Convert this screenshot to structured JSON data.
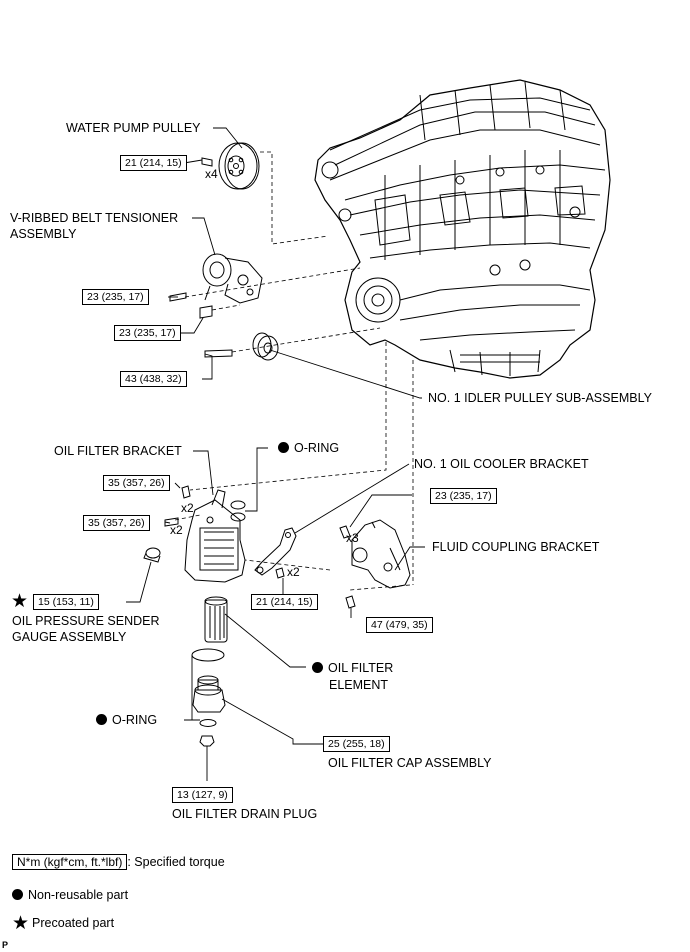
{
  "parts": {
    "water_pump_pulley": "WATER PUMP PULLEY",
    "belt_tensioner_1": "V-RIBBED BELT TENSIONER",
    "belt_tensioner_2": "ASSEMBLY",
    "idler_pulley": "NO. 1 IDLER PULLEY SUB-ASSEMBLY",
    "oil_filter_bracket": "OIL FILTER BRACKET",
    "o_ring_top": "O-RING",
    "oil_cooler_bracket": "NO. 1 OIL COOLER BRACKET",
    "fluid_coupling_bracket": "FLUID COUPLING BRACKET",
    "oil_pressure_sender_1": "OIL PRESSURE SENDER",
    "oil_pressure_sender_2": "GAUGE ASSEMBLY",
    "oil_filter_element_1": "OIL FILTER",
    "oil_filter_element_2": "ELEMENT",
    "o_ring_bottom": "O-RING",
    "oil_filter_cap": "OIL FILTER CAP ASSEMBLY",
    "oil_filter_drain_plug": "OIL FILTER DRAIN PLUG"
  },
  "torques": {
    "water_pump_pulley": "21 (214, 15)",
    "tensioner_bolt_1": "23 (235, 17)",
    "tensioner_bolt_2": "23 (235, 17)",
    "idler_pulley": "43 (438, 32)",
    "bracket_upper": "35 (357, 26)",
    "bracket_lower": "35 (357, 26)",
    "oil_pressure_sender": "15 (153, 11)",
    "oil_cooler_bracket": "21 (214, 15)",
    "fluid_coupling_upper": "23 (235, 17)",
    "fluid_coupling_lower": "47 (479, 35)",
    "oil_filter_cap": "25 (255, 18)",
    "drain_plug": "13 (127, 9)"
  },
  "quantities": {
    "water_pump_pulley": "x4",
    "bracket_upper": "x2",
    "bracket_lower": "x2",
    "oil_cooler_bracket": "x2",
    "fluid_coupling": "x3"
  },
  "legend": {
    "torque_unit": "N*m (kgf*cm, ft.*lbf)",
    "torque_desc": ": Specified torque",
    "non_reusable": "Non-reusable part",
    "precoated": "Precoated part"
  },
  "corner_mark": "P"
}
